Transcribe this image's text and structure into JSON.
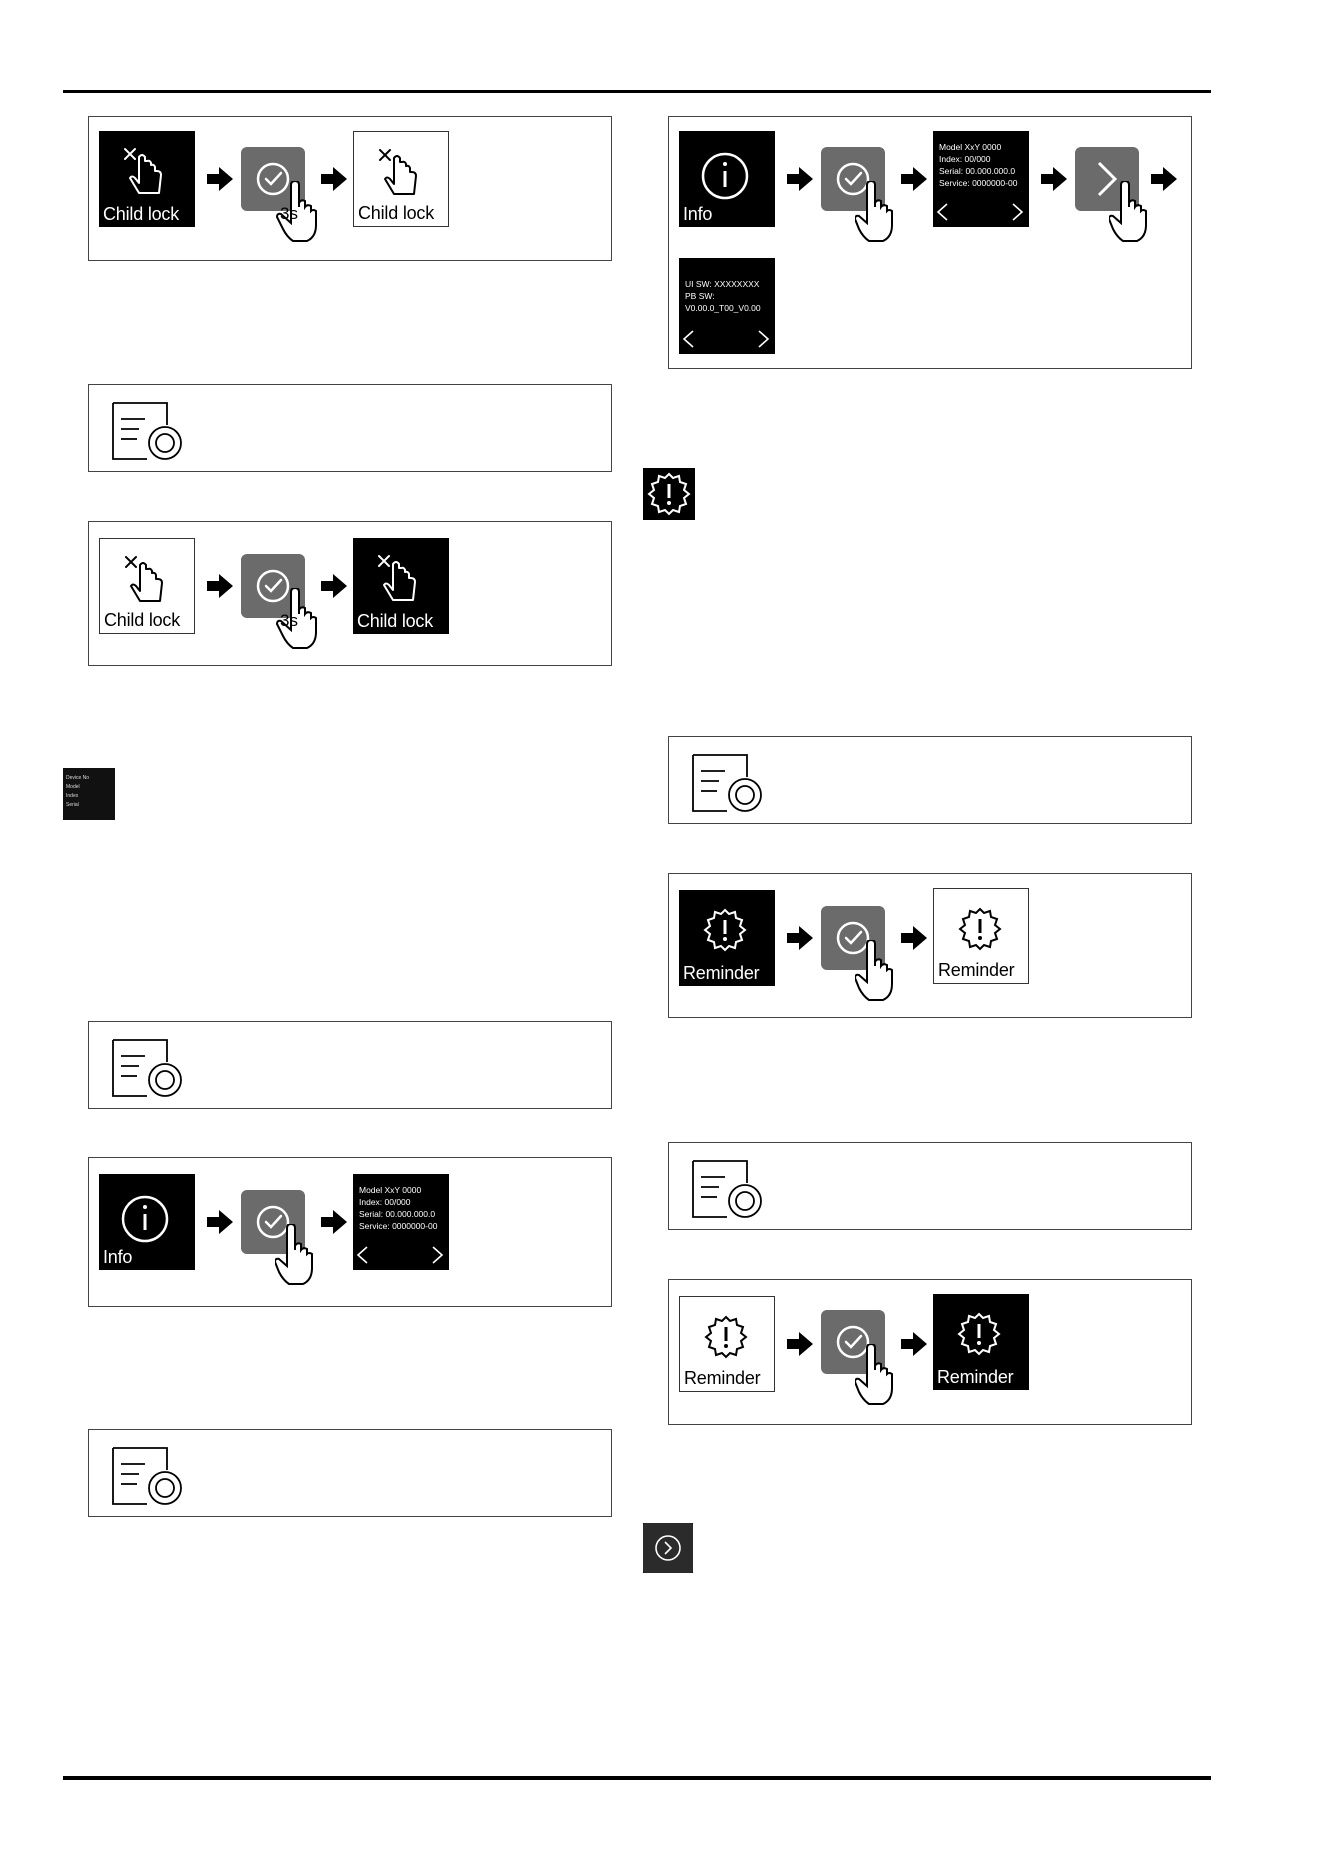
{
  "labels": {
    "child_lock": "Child lock",
    "info": "Info",
    "reminder": "Reminder",
    "hold_time": "3s"
  },
  "info_screen_1": {
    "lines": [
      "Model XxY 0000",
      "Index: 00/000",
      "Serial: 00.000.000.0",
      "Service: 0000000-00"
    ]
  },
  "info_screen_2": {
    "lines": [
      "UI SW: XXXXXXXX",
      "PB SW:",
      "V0.00.0_T00_V0.00"
    ]
  },
  "device_menu": {
    "lines": [
      "Device No",
      "Model",
      "Index",
      "Serial"
    ]
  },
  "colors": {
    "button_gray": "#6b6b6b",
    "tile_dark": "#000000",
    "tile_light": "#ffffff",
    "panel_border": "#444444"
  },
  "icons": [
    "hand-touch-icon",
    "child-lock-icon",
    "info-icon",
    "check-icon",
    "chevron-right-icon",
    "chevron-left-icon",
    "arrow-right-icon",
    "settings-icon",
    "reminder-gear-icon",
    "next-circle-icon"
  ]
}
